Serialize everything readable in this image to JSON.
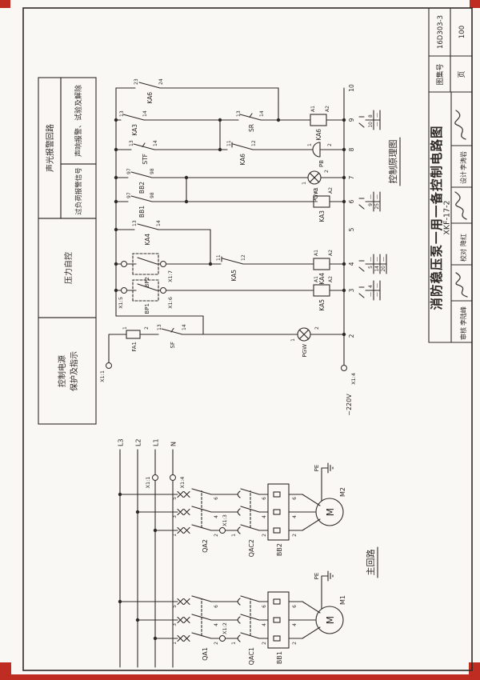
{
  "titleblock": {
    "title": "消防稳压泵一用一备控制电路图",
    "code": "XKF-17-2",
    "atlas_label": "图集号",
    "atlas_no": "16D303-3",
    "page_label": "页",
    "page_no": "100",
    "reviewer_label": "审核",
    "reviewer_name": "李陆峰",
    "checker_label": "校对",
    "checker_name": "降红",
    "designer_label": "设计",
    "designer_name": "李涛岩"
  },
  "function_boxes": {
    "power_line1": "控制电源",
    "power_line2": "保护及指示",
    "pressure": "压力自控",
    "overload": "过负荷报警信号",
    "audible": "声响报警、试验及解除",
    "sound_light_header": "声光报警回路"
  },
  "captions": {
    "main": "主回路",
    "control": "控制原理图",
    "voltage": "~220V"
  },
  "buses": {
    "l3": "L3",
    "l2": "L2",
    "l1": "L1",
    "n": "N"
  },
  "terminals": {
    "x11": "X1:1",
    "x12": "X1:2",
    "x13": "X1:3",
    "x14": "X1:4",
    "x15": "X1:5",
    "x16": "X1:6",
    "x17": "X1:7",
    "a1": "A1",
    "a2": "A2",
    "n1": "1",
    "n2": "2",
    "n3": "3",
    "n4": "4",
    "n5": "5",
    "n6": "6",
    "n11": "11",
    "n12": "12",
    "n13": "13",
    "n14": "14",
    "n23": "23",
    "n24": "24",
    "n97": "97",
    "n98": "98"
  },
  "devices": {
    "fa1": "FA1",
    "sf": "SF",
    "pgw": "PGW",
    "pgy3": "PGY3",
    "pb": "PB",
    "sr": "SR",
    "stf": "STF",
    "ka3": "KA3",
    "ka4": "KA4",
    "ka5": "KA5",
    "ka6": "KA6",
    "bp1": "BP1",
    "bp2": "BP2",
    "bb1": "BB1",
    "bb2": "BB2",
    "qa1": "QA1",
    "qa2": "QA2",
    "qac1": "QAC1",
    "qac2": "QAC2",
    "m": "M",
    "m1": "M1",
    "m2": "M2",
    "pe": "PE"
  },
  "columns": [
    "2",
    "3",
    "4",
    "5",
    "6",
    "7",
    "8",
    "9",
    "10"
  ],
  "xref": {
    "ka5": [
      [
        "—",
        "4"
      ],
      [
        "—",
        "—"
      ]
    ],
    "ka4": [
      [
        "5",
        "—"
      ],
      [
        "14",
        "—"
      ],
      [
        "20",
        "—"
      ]
    ],
    "ka3": [
      [
        "9",
        "—"
      ],
      [
        "25",
        "—"
      ]
    ],
    "ka6": [
      [
        "10",
        "8"
      ],
      [
        "—",
        "—"
      ]
    ]
  }
}
